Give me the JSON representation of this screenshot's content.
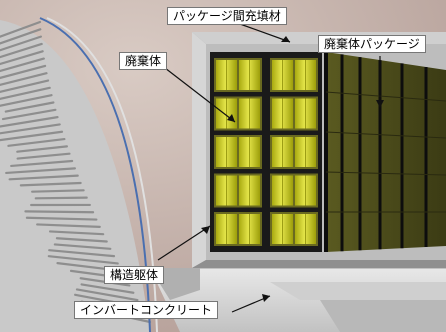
{
  "labels": {
    "package_backfill": "パッケージ間充填材",
    "waste_package": "廃棄体パッケージ",
    "waste_form": "廃棄体",
    "structural_frame": "構造躯体",
    "invert_concrete": "インバートコンクリート"
  },
  "colors": {
    "drum": "#cfd02a",
    "rock": "#c8b8b0",
    "concrete": "#d8d8d8",
    "backfill": "#bdbdbd",
    "frame": "#1a1a1a"
  }
}
